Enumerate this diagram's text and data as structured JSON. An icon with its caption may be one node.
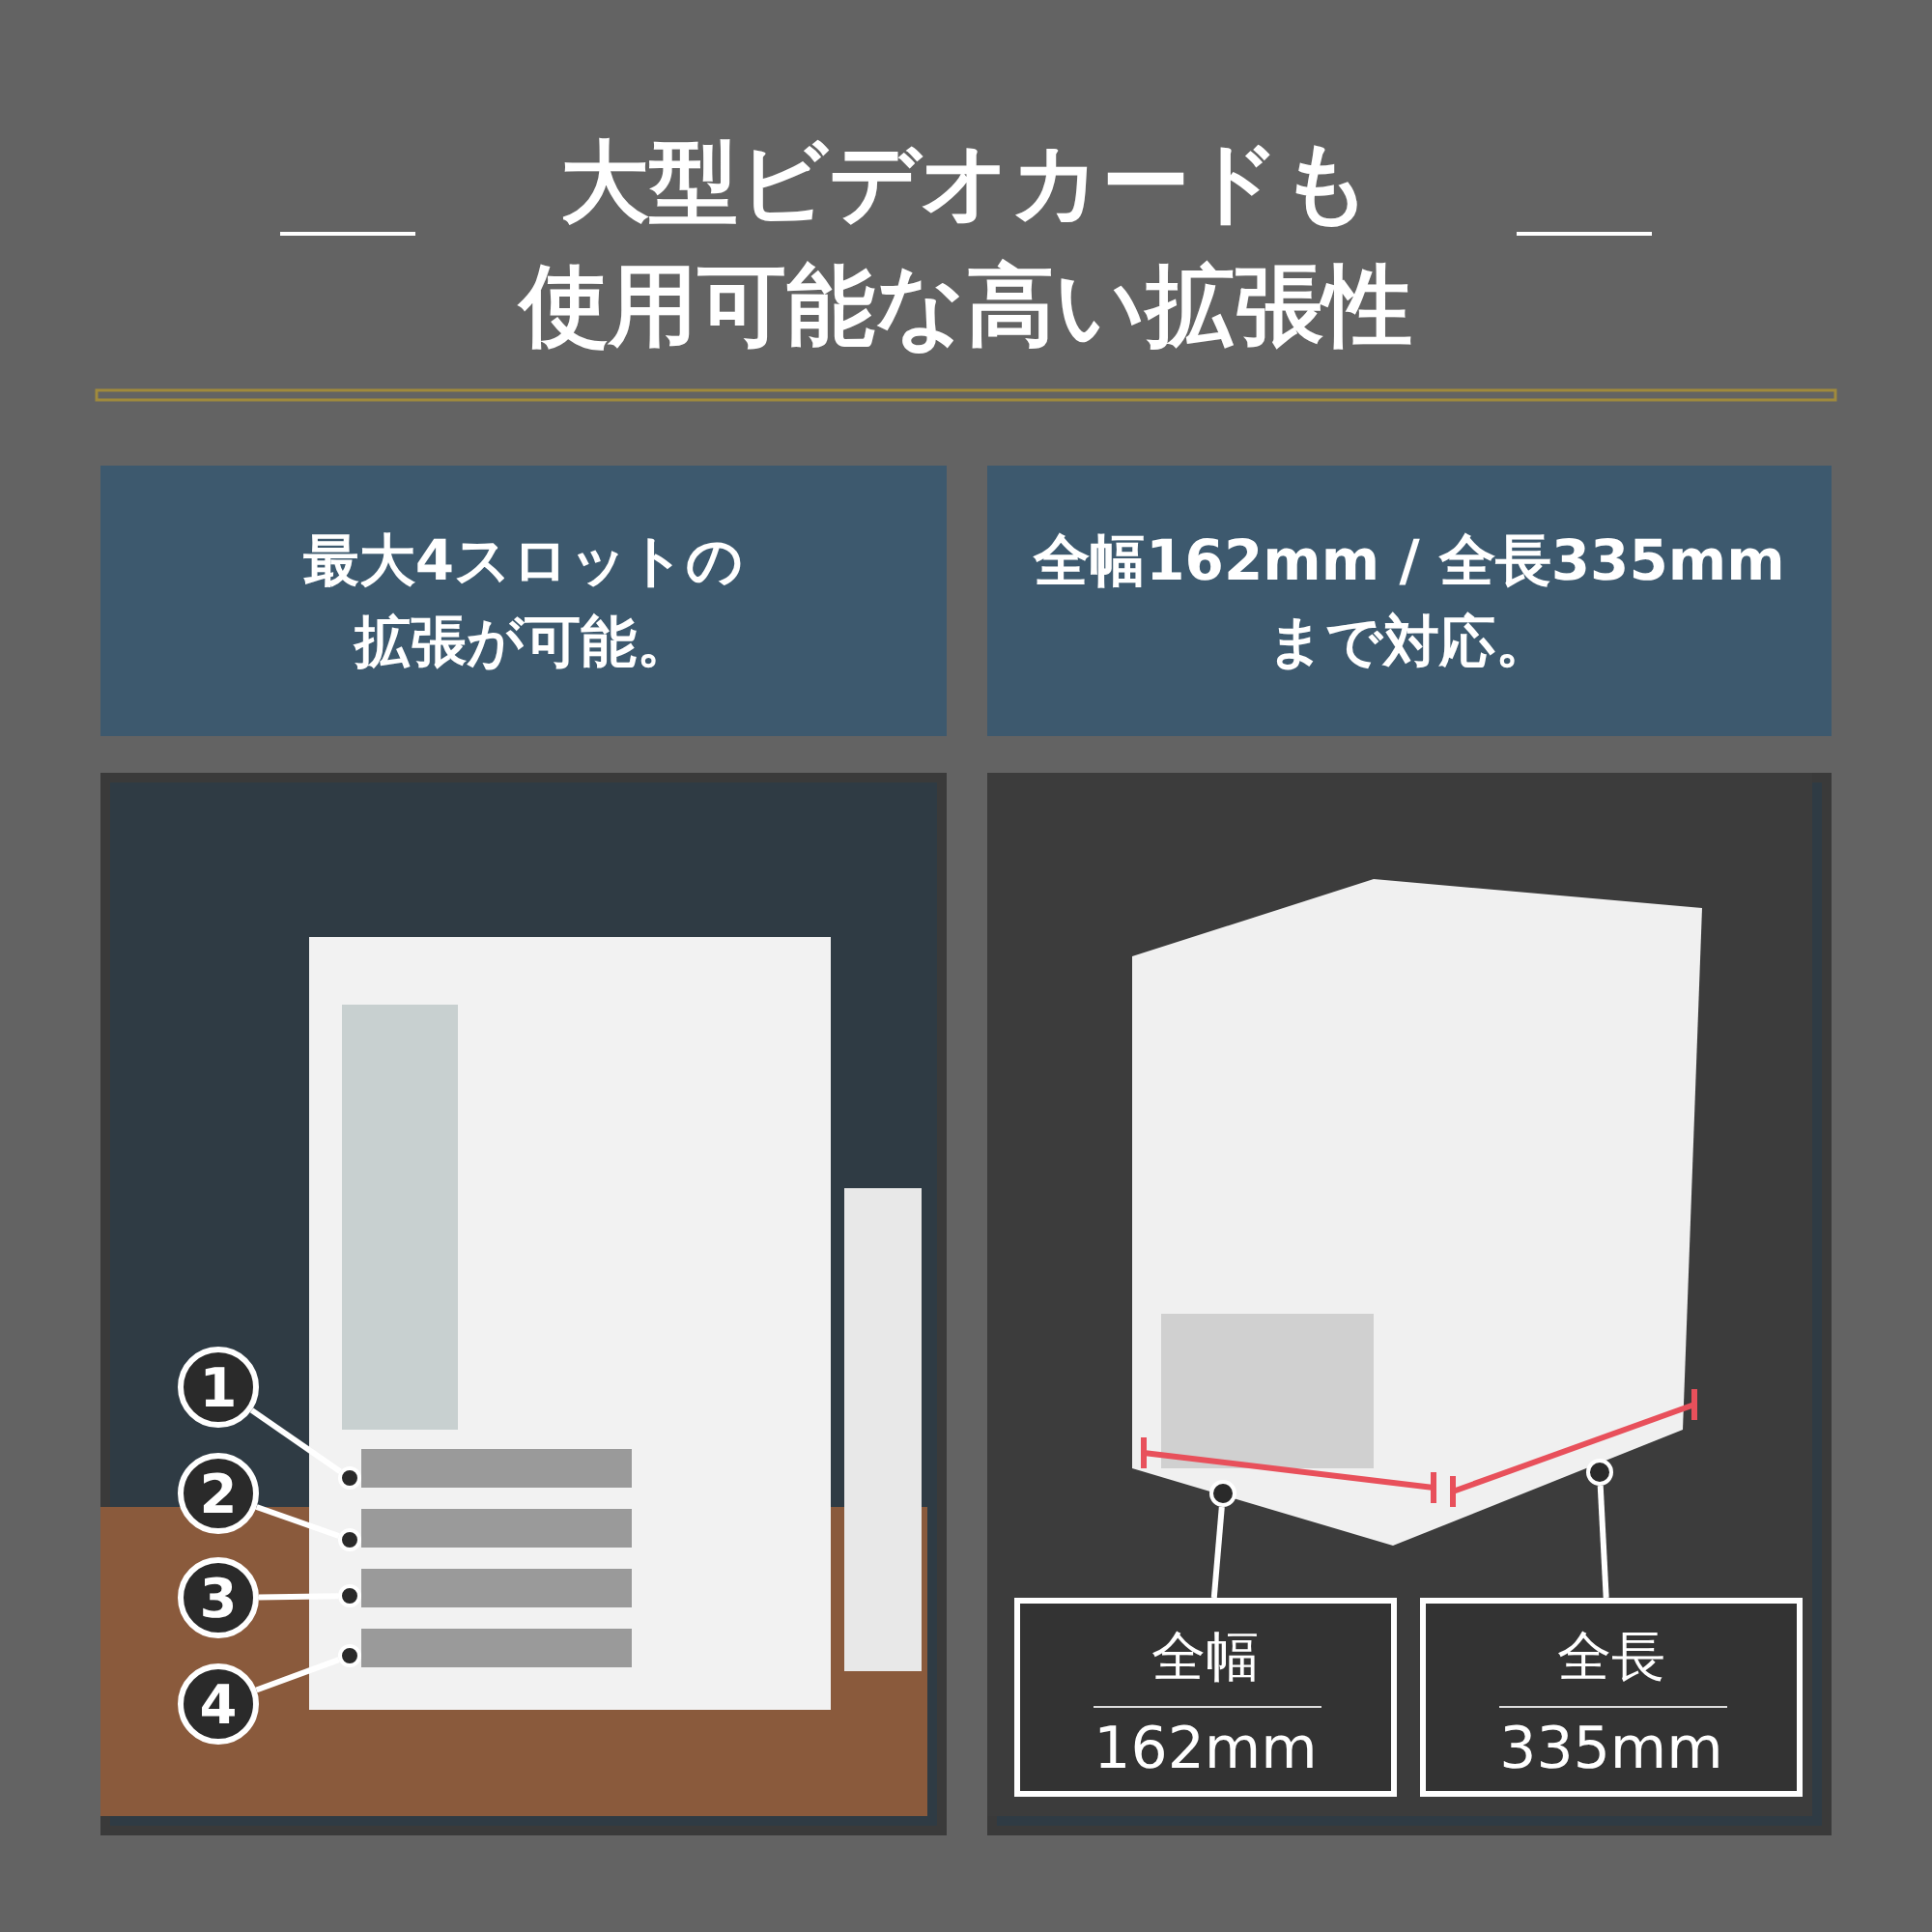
{
  "diagram": {
    "title": "大型ビデオカードも使用可能な高い拡張性",
    "nodes": [
      {
        "text": [
          "最大4スロットの拡張が可能。"
        ]
      },
      {
        "text": [
          "全幅162mm / 全長335mmまで対応。"
        ]
      },
      {
        "text": [],
        "shape": "picture"
      },
      {
        "text": [],
        "shape": "picture"
      },
      {
        "text": [
          "1"
        ],
        "in": 2
      },
      {
        "text": [
          "2"
        ],
        "in": 2
      },
      {
        "text": [
          "3"
        ],
        "in": 2
      },
      {
        "text": [
          "4"
        ],
        "in": 2
      },
      {
        "text": [],
        "shape": "circle",
        "in": 2
      },
      {
        "text": [],
        "shape": "circle",
        "in": 2
      },
      {
        "text": [],
        "shape": "circle",
        "in": 2
      },
      {
        "text": [],
        "shape": "circle",
        "in": 2
      },
      {
        "text": [
          "全幅",
          "162mm"
        ],
        "in": 3
      },
      {
        "text": [
          "全長",
          "335mm"
        ],
        "in": 3
      },
      {
        "text": [],
        "shape": "circle",
        "in": 3
      },
      {
        "text": [],
        "shape": "circle",
        "in": 3
      }
    ],
    "edges": [
      {
        "from": 4,
        "to": 8,
        "arrow": "none"
      },
      {
        "from": 5,
        "to": 9,
        "arrow": "none"
      },
      {
        "from": 6,
        "to": 10,
        "arrow": "none"
      },
      {
        "from": 7,
        "to": 11,
        "arrow": "none"
      },
      {
        "from": 12,
        "to": 14,
        "arrow": "none"
      },
      {
        "from": 13,
        "to": 15,
        "arrow": "none"
      }
    ]
  }
}
